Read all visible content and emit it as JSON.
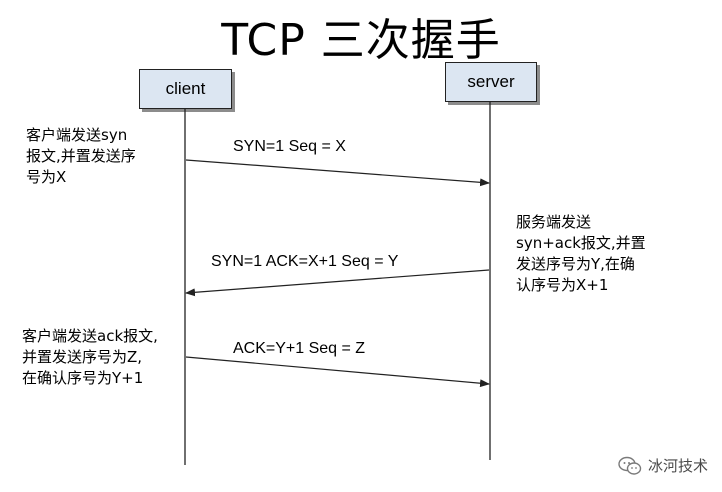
{
  "title": "TCP 三次握手",
  "nodes": {
    "client": "client",
    "server": "server"
  },
  "messages": {
    "syn": "SYN=1 Seq = X",
    "syn_ack": "SYN=1 ACK=X+1 Seq = Y",
    "ack": "ACK=Y+1 Seq = Z"
  },
  "notes": {
    "client_syn": "客户端发送syn\n报文,并置发送序\n号为X",
    "server_syn_ack": "服务端发送\nsyn+ack报文,并置\n发送序号为Y,在确\n认序号为X+1",
    "client_ack": "客户端发送ack报文,\n并置发送序号为Z,\n在确认序号为Y+1"
  },
  "watermark": "冰河技术",
  "colors": {
    "box_fill": "#dce6f2",
    "line": "#222222"
  }
}
